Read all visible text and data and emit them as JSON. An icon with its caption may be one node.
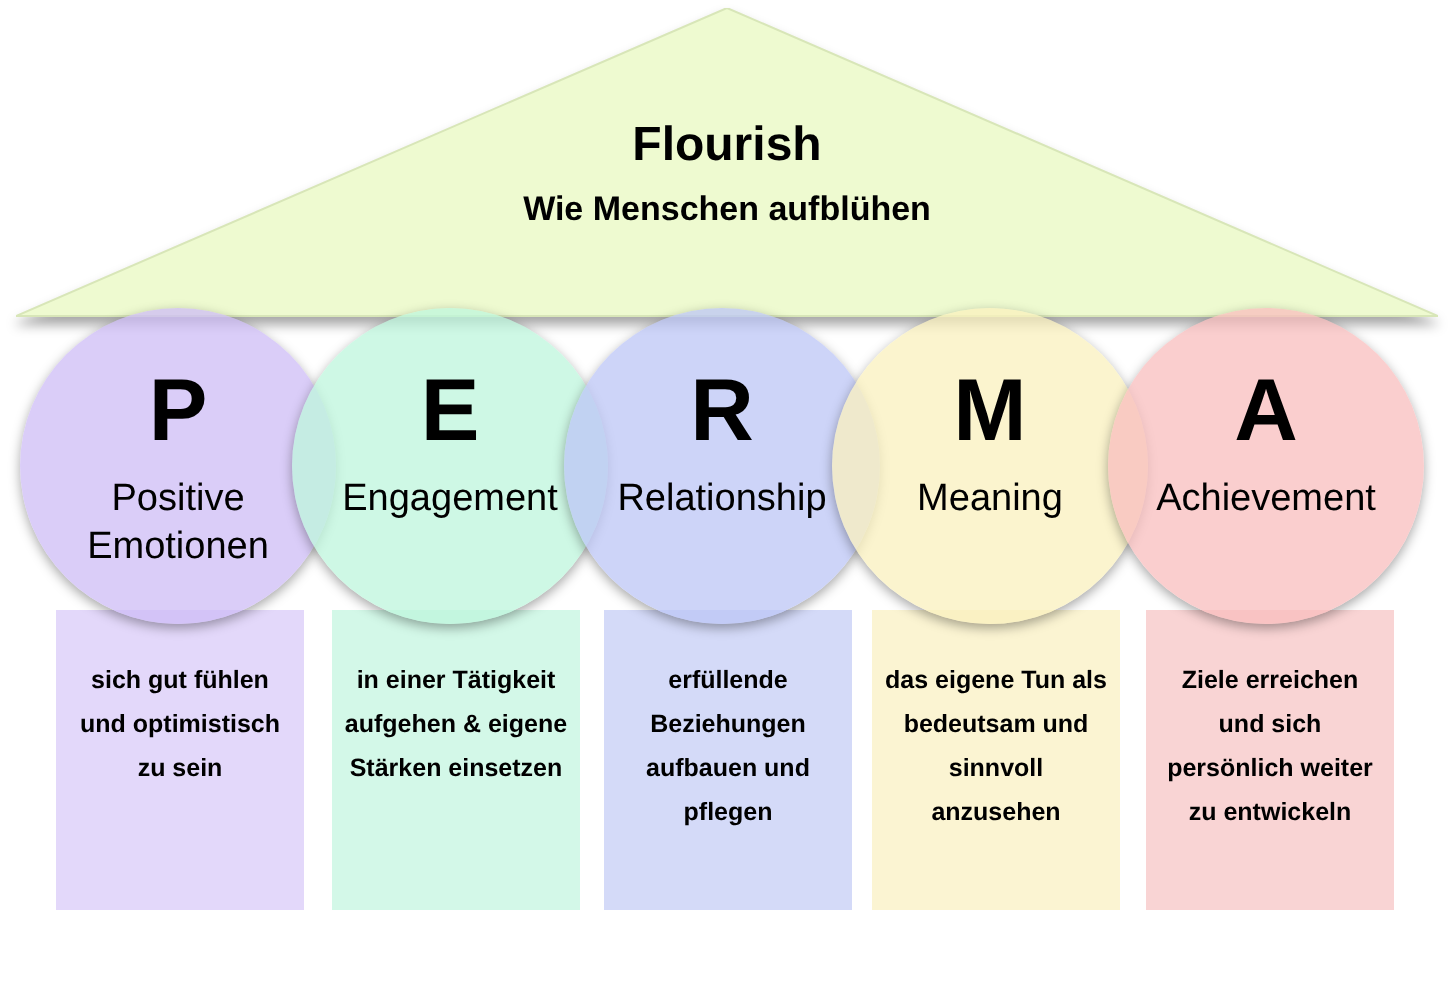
{
  "diagram": {
    "nodes": [
      {
        "text": [
          "Flourish",
          "Wie Menschen aufblühen"
        ]
      },
      {
        "text": [
          "P",
          "Positive Emotionen"
        ]
      },
      {
        "text": [
          "E",
          "Engagement"
        ]
      },
      {
        "text": [
          "R",
          "Relationship"
        ]
      },
      {
        "text": [
          "M",
          "Meaning"
        ]
      },
      {
        "text": [
          "A",
          "Achievement"
        ]
      },
      {
        "text": [
          "sich gut fühlen und optimistisch zu sein"
        ]
      },
      {
        "text": [
          "in einer Tätigkeit aufgehen & eigene Stärken einsetzen"
        ]
      },
      {
        "text": [
          "erfüllende Beziehungen aufbauen und pflegen"
        ]
      },
      {
        "text": [
          "das eigene Tun als bedeutsam und sinnvoll anzusehen"
        ]
      },
      {
        "text": [
          "Ziele erreichen und sich persönlich weiter zu entwickeln"
        ]
      }
    ]
  }
}
